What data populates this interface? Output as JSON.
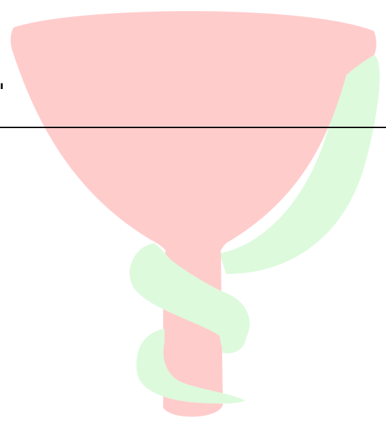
{
  "edge_label": "ı",
  "colors": {
    "background": "#ffffff",
    "cup_fill": "#ffcccc",
    "serpent_fill": "#ddfadd",
    "line_color": "#000000"
  },
  "shapes": {
    "cup": "bowl-of-hygieia-cup",
    "serpent": "coiled-serpent",
    "line": "horizontal-rule"
  }
}
